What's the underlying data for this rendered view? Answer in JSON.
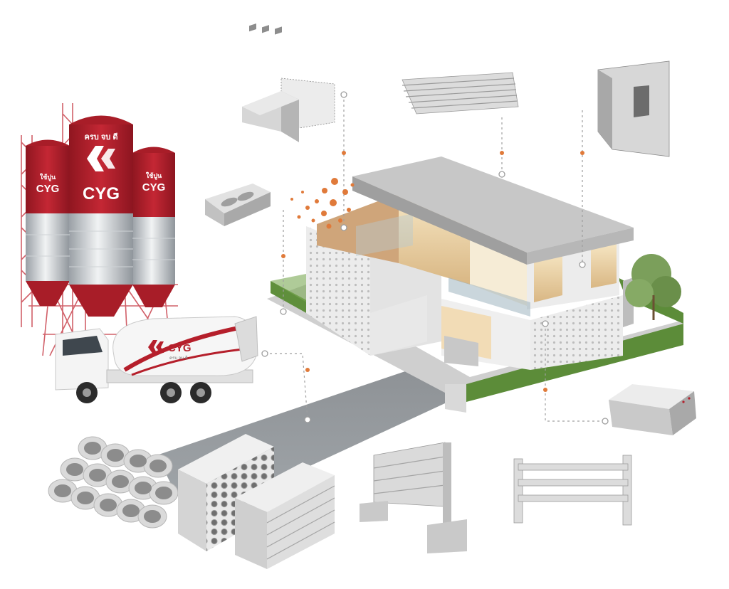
{
  "brand": {
    "name": "CYG",
    "silo_top_text": "ครบ จบ ดี",
    "silo_side_text": "ใช้ปูน",
    "truck_sub_text": "ครบ จบ ดี",
    "primary_color": "#b51f2b",
    "dot_color": "#e07a3a"
  },
  "products": [
    {
      "name": "hollow-block-icon"
    },
    {
      "name": "concrete-plank-stack-icon"
    },
    {
      "name": "precast-wall-panel-icon"
    },
    {
      "name": "u-drain-block-icon"
    },
    {
      "name": "precast-column-icon"
    },
    {
      "name": "concrete-pipe-icon"
    },
    {
      "name": "hollow-core-slab-icon"
    },
    {
      "name": "concrete-fence-icon"
    },
    {
      "name": "fence-frame-icon"
    }
  ]
}
